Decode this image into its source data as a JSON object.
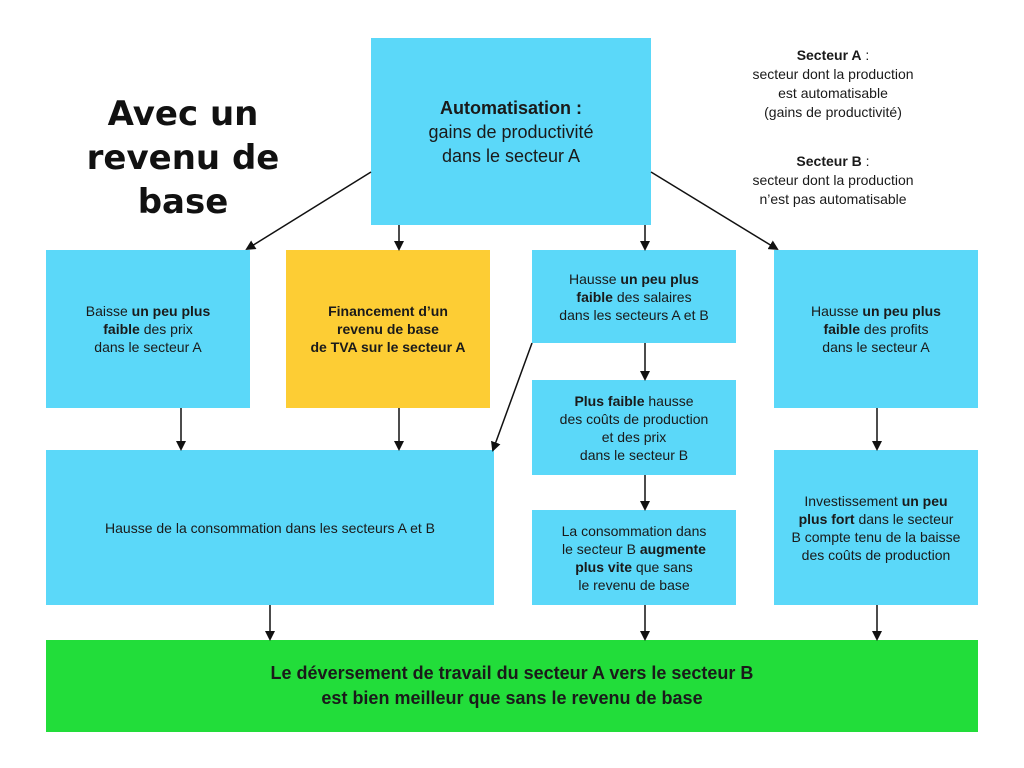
{
  "title": {
    "line1": "Avec un",
    "line2": "revenu de base"
  },
  "legend": {
    "a_title": "Secteur A",
    "a_colon": " :",
    "a_line1": "secteur dont la production",
    "a_line2": "est automatisable",
    "a_line3": "(gains de productivité)",
    "b_title": "Secteur B",
    "b_colon": " :",
    "b_line1": "secteur dont la production",
    "b_line2": "n’est pas automatisable"
  },
  "nodes": {
    "automatisation": {
      "bold": "Automatisation :",
      "line2": "gains de productivité",
      "line3": "dans le secteur A"
    },
    "baisse_prix": {
      "t1": "Baisse ",
      "b1": "un peu plus",
      "b2": "faible",
      "t2": " des prix",
      "t3": "dans le secteur A"
    },
    "financement": {
      "l1": "Financement d’un",
      "l2": "revenu de base",
      "l3": "de TVA sur le secteur A"
    },
    "hausse_salaires": {
      "t1": "Hausse ",
      "b1": "un peu plus",
      "b2": "faible",
      "t2": " des salaires",
      "t3": "dans les secteurs A et B"
    },
    "hausse_profits": {
      "t1": "Hausse ",
      "b1": "un peu plus",
      "b2": "faible",
      "t2": " des profits",
      "t3": "dans le secteur A"
    },
    "plus_faible_hausse": {
      "b1": "Plus faible",
      "t1": " hausse",
      "t2": "des coûts de production",
      "t3": "et des prix",
      "t4": "dans le secteur B"
    },
    "consommation_ab": {
      "text": "Hausse de la consommation dans les secteurs A et B"
    },
    "consommation_b": {
      "t1": "La consommation dans",
      "t2": "le secteur B ",
      "b1": "augmente",
      "b2": "plus vite",
      "t3": " que sans",
      "t4": "le revenu de base"
    },
    "investissement": {
      "t1": "Investissement ",
      "b1": "un peu",
      "b2": "plus fort",
      "t2": " dans le secteur",
      "t3": "B compte tenu de la baisse",
      "t4": "des coûts de production"
    },
    "deversement": {
      "l1": "Le déversement de travail du secteur A vers le secteur B",
      "l2": "est bien meilleur que sans le revenu de base"
    }
  },
  "colors": {
    "blue": "#5bd8f9",
    "yellow": "#fdcd34",
    "green": "#22dd3a",
    "arrow": "#111111"
  }
}
